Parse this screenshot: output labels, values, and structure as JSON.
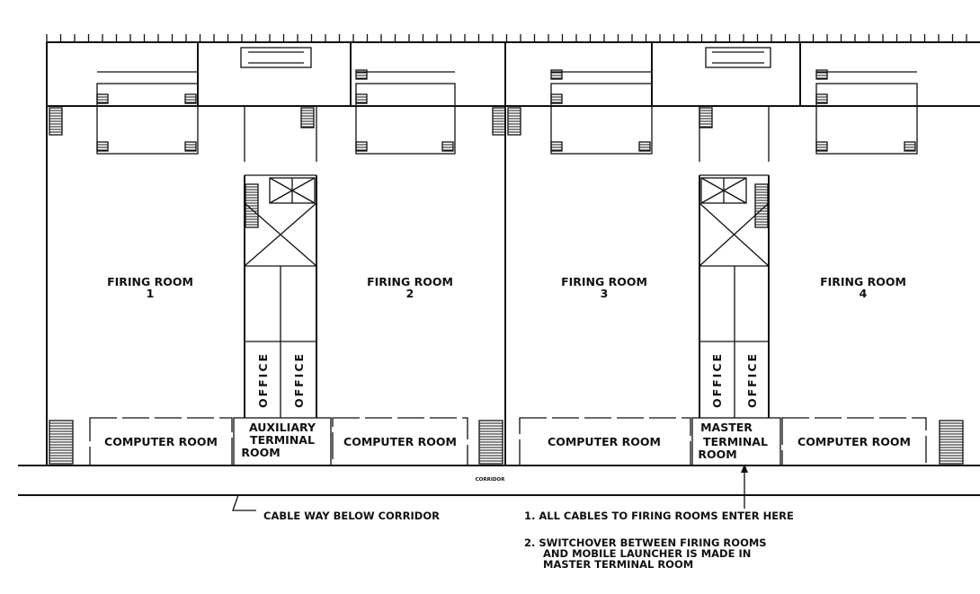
{
  "title": "Launch Control Center Firing Room Floor Plan",
  "firing_rooms": [
    {
      "label": "FIRING ROOM",
      "number": "1"
    },
    {
      "label": "FIRING ROOM",
      "number": "2"
    },
    {
      "label": "FIRING ROOM",
      "number": "3"
    },
    {
      "label": "FIRING ROOM",
      "number": "4"
    }
  ],
  "computer_room_label": "COMPUTER ROOM",
  "office_label": "OFFICE",
  "auxiliary_terminal_room": [
    "AUXILIARY",
    "TERMINAL",
    "ROOM"
  ],
  "master_terminal_room": [
    "MASTER",
    "TERMINAL",
    "ROOM"
  ],
  "corridor_label": "CORRIDOR",
  "cable_way_label": "CABLE WAY BELOW CORRIDOR",
  "notes": [
    [
      "1.  ALL CABLES TO FIRING ROOMS ENTER HERE"
    ],
    [
      "2.  SWITCHOVER BETWEEN FIRING ROOMS",
      "AND MOBILE LAUNCHER IS MADE IN",
      "MASTER TERMINAL ROOM"
    ]
  ]
}
